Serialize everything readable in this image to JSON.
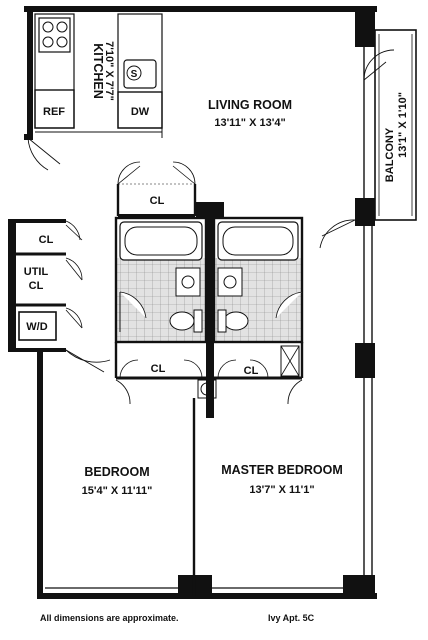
{
  "rooms": {
    "kitchen": {
      "name": "KITCHEN",
      "dims": "7'10\" X 7'7\""
    },
    "living_room": {
      "name": "LIVING ROOM",
      "dims": "13'11\" X 13'4\""
    },
    "balcony": {
      "name": "BALCONY",
      "dims": "13'1\" X 1'10\""
    },
    "bedroom": {
      "name": "BEDROOM",
      "dims": "15'4\" X 11'11\""
    },
    "master_bedroom": {
      "name": "MASTER BEDROOM",
      "dims": "13'7\" X 11'1\""
    }
  },
  "fixtures": {
    "ref": "REF",
    "dw": "DW",
    "sink": "S",
    "washer_dryer": "W/D",
    "util_closet": [
      "UTIL",
      "CL"
    ],
    "closet": "CL"
  },
  "footer": {
    "note": "All dimensions are approximate.",
    "unit": "Ivy Apt. 5C"
  },
  "colors": {
    "wall": "#111111",
    "tile": "#d6d6d6",
    "line": "#444444"
  }
}
